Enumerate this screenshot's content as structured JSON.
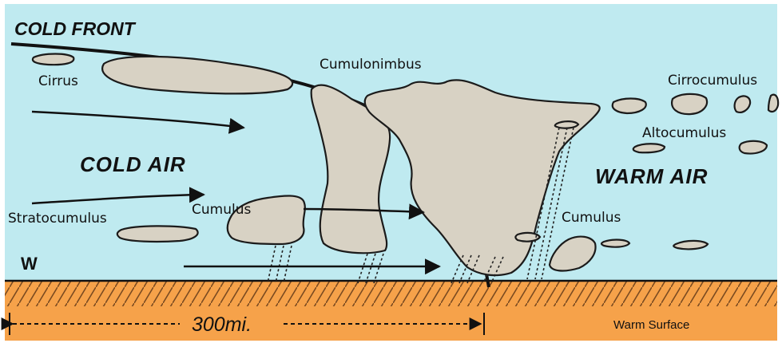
{
  "title": "COLD FRONT",
  "air_masses": {
    "cold": "COLD AIR",
    "warm": "WARM AIR"
  },
  "clouds": {
    "cirrus": "Cirrus",
    "cumulonimbus": "Cumulonimbus",
    "cirrocumulus": "Cirrocumulus",
    "altocumulus": "Altocumulus",
    "stratocumulus": "Stratocumulus",
    "cumulus_left": "Cumulus",
    "cumulus_right": "Cumulus"
  },
  "direction": "W",
  "distance": "300mi.",
  "surface": "Warm Surface",
  "colors": {
    "sky": "#bfeaf0",
    "ground_cold": "#e8a060",
    "ground_warm": "#f6a24a",
    "cloud": "#d8d2c4"
  }
}
